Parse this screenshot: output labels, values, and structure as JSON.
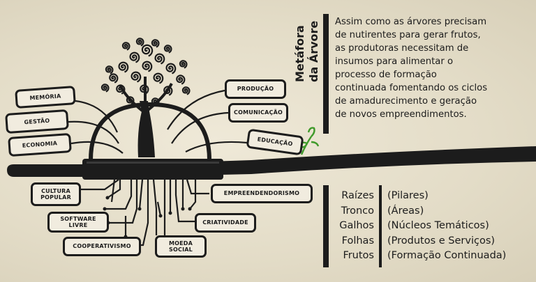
{
  "title": {
    "line1": "Metáfora",
    "line2": "da Árvore"
  },
  "paragraph": [
    "Assim como as árvores precisam",
    "de nutirentes para gerar frutos,",
    "as produtoras necessitam de",
    "insumos para alimentar o",
    "processo de formação",
    "continuada fomentando os ciclos",
    "de amadurecimento e geração",
    "de novos empreendimentos."
  ],
  "branch_labels": {
    "memoria": "MEMÓRIA",
    "gestao": "GESTÃO",
    "economia": "ECONOMIA",
    "producao": "PRODUÇÃO",
    "comunicacao": "COMUNICAÇÃO",
    "educacao": "EDUCAÇÃO"
  },
  "root_labels": {
    "cultura_popular": [
      "CULTURA",
      "POPULAR"
    ],
    "software_livre": [
      "SOFTWARE",
      "LIVRE"
    ],
    "cooperativismo": "COOPERATIVISMO",
    "moeda_social": [
      "MOEDA",
      "SOCIAL"
    ],
    "criatividade": "CRIATIVIDADE",
    "empreendedorismo": "EMPREENDENDORISMO"
  },
  "legend": [
    {
      "term": "Raízes",
      "meaning": "(Pilares)"
    },
    {
      "term": "Tronco",
      "meaning": "(Áreas)"
    },
    {
      "term": "Galhos",
      "meaning": "(Núcleos Temáticos)"
    },
    {
      "term": "Folhas",
      "meaning": "(Produtos e Serviços)"
    },
    {
      "term": "Frutos",
      "meaning": "(Formação Continuada)"
    }
  ],
  "colors": {
    "ink": "#1c1c1c",
    "paper": "#e7e1cf",
    "sprout": "#3f9a2a"
  }
}
